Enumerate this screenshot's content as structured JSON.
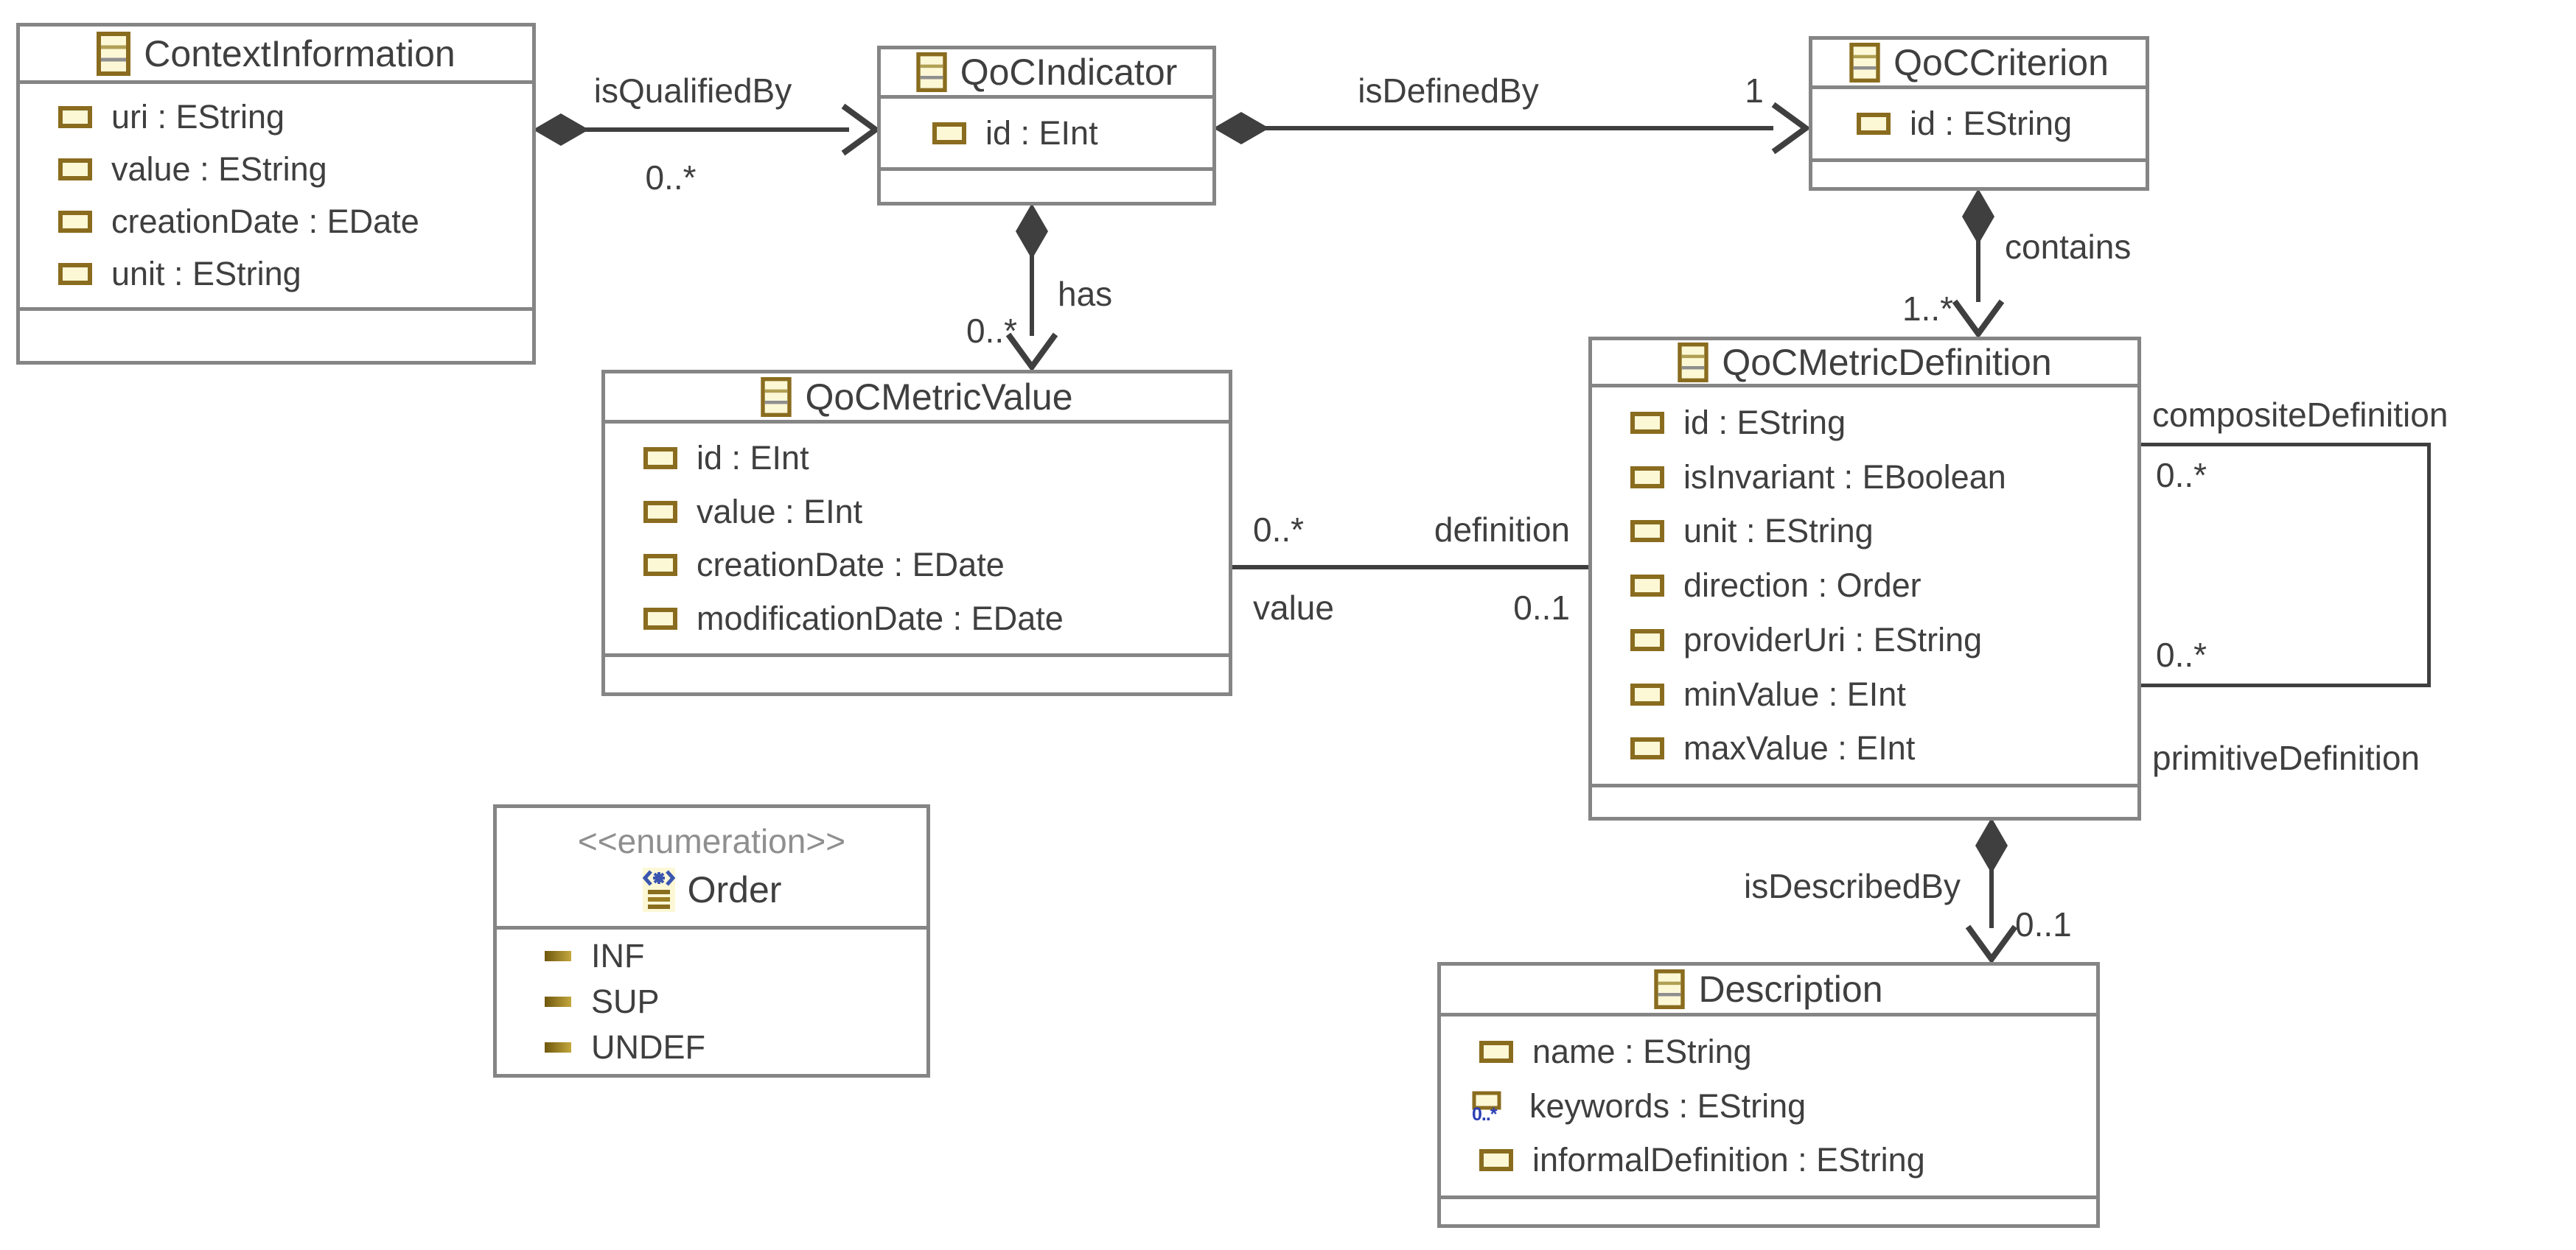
{
  "diagram_type": "ecore-class-diagram",
  "classes": [
    {
      "name": "ContextInformation",
      "attributes": [
        {
          "label": "uri : EString"
        },
        {
          "label": "value : EString"
        },
        {
          "label": "creationDate : EDate"
        },
        {
          "label": "unit : EString"
        }
      ]
    },
    {
      "name": "QoCIndicator",
      "attributes": [
        {
          "label": "id : EInt"
        }
      ]
    },
    {
      "name": "QoCCriterion",
      "attributes": [
        {
          "label": "id : EString"
        }
      ]
    },
    {
      "name": "QoCMetricValue",
      "attributes": [
        {
          "label": "id : EInt"
        },
        {
          "label": "value : EInt"
        },
        {
          "label": "creationDate : EDate"
        },
        {
          "label": "modificationDate : EDate"
        }
      ]
    },
    {
      "name": "QoCMetricDefinition",
      "attributes": [
        {
          "label": "id : EString"
        },
        {
          "label": "isInvariant : EBoolean"
        },
        {
          "label": "unit : EString"
        },
        {
          "label": "direction : Order"
        },
        {
          "label": "providerUri : EString"
        },
        {
          "label": "minValue : EInt"
        },
        {
          "label": "maxValue : EInt"
        }
      ]
    },
    {
      "name": "Description",
      "attributes": [
        {
          "label": "name : EString"
        },
        {
          "label": "keywords : EString",
          "multiplicity_badge": "0..*"
        },
        {
          "label": "informalDefinition : EString"
        }
      ]
    }
  ],
  "enumeration": {
    "stereotype": "<<enumeration>>",
    "name": "Order",
    "literals": [
      {
        "label": "INF"
      },
      {
        "label": "SUP"
      },
      {
        "label": "UNDEF"
      }
    ]
  },
  "associations": [
    {
      "label": "isQualifiedBy",
      "target_multiplicity": "0..*",
      "type": "composition",
      "source": "ContextInformation",
      "target": "QoCIndicator"
    },
    {
      "label": "isDefinedBy",
      "target_multiplicity": "1",
      "type": "composition",
      "source": "QoCIndicator",
      "target": "QoCCriterion"
    },
    {
      "label": "has",
      "target_multiplicity": "0..*",
      "type": "composition",
      "source": "QoCIndicator",
      "target": "QoCMetricValue"
    },
    {
      "label": "contains",
      "target_multiplicity": "1..*",
      "type": "composition",
      "source": "QoCCriterion",
      "target": "QoCMetricDefinition"
    },
    {
      "source_role": "value",
      "source_multiplicity": "0..1",
      "target_role": "definition",
      "target_multiplicity": "0..*",
      "type": "association",
      "source": "QoCMetricValue",
      "target": "QoCMetricDefinition"
    },
    {
      "label": "compositeDefinition",
      "multiplicity": "0..*",
      "type": "self-association",
      "source": "QoCMetricDefinition",
      "target": "QoCMetricDefinition"
    },
    {
      "label": "primitiveDefinition",
      "multiplicity": "0..*",
      "type": "self-association",
      "source": "QoCMetricDefinition",
      "target": "QoCMetricDefinition"
    },
    {
      "label": "isDescribedBy",
      "target_multiplicity": "0..1",
      "type": "composition",
      "source": "QoCMetricDefinition",
      "target": "Description"
    }
  ],
  "colors": {
    "box_border": "#858585",
    "edge_line": "#3f3f3f",
    "text": "#3f3f3f",
    "stereotype_text": "#8f8f8f",
    "icon_fill": "#fcf8d6",
    "icon_border": "#8a6c1f",
    "icon_divider_gold": "#b0a054",
    "icon_divider_gray": "#8f8f8f",
    "keywords_badge_blue": "#2b3fb5",
    "enum_icon_blue": "#3a56b0"
  }
}
